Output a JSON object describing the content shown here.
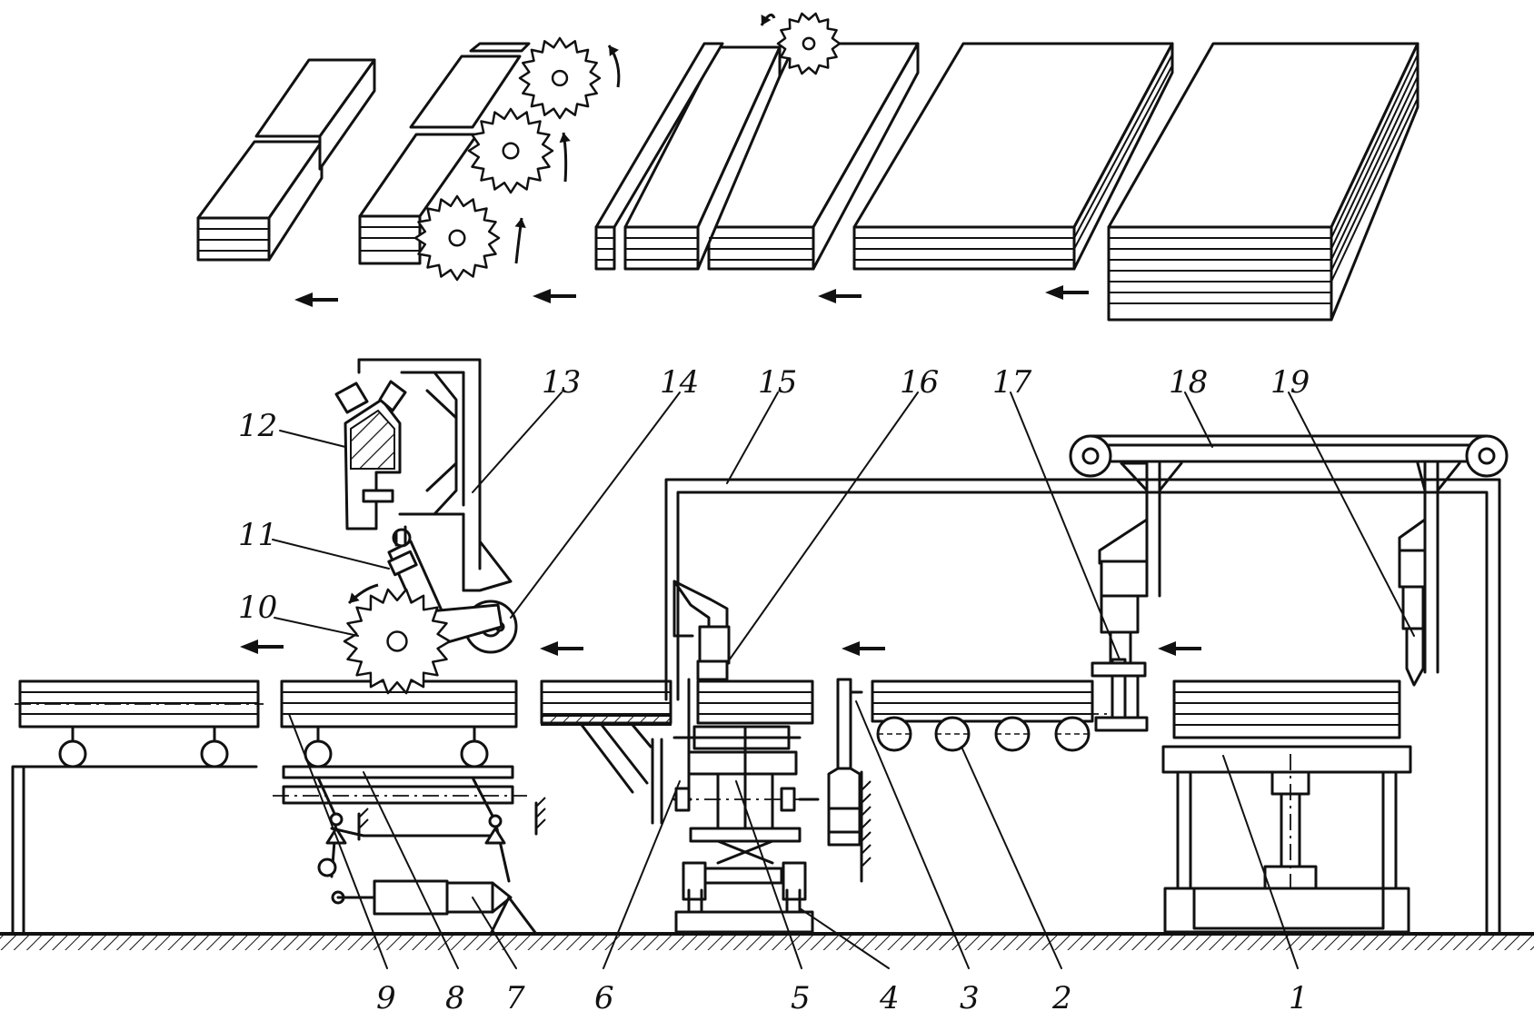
{
  "callouts": [
    {
      "id": "1",
      "text": "1"
    },
    {
      "id": "2",
      "text": "2"
    },
    {
      "id": "3",
      "text": "3"
    },
    {
      "id": "4",
      "text": "4"
    },
    {
      "id": "5",
      "text": "5"
    },
    {
      "id": "6",
      "text": "6"
    },
    {
      "id": "7",
      "text": "7"
    },
    {
      "id": "8",
      "text": "8"
    },
    {
      "id": "9",
      "text": "9"
    },
    {
      "id": "10",
      "text": "10"
    },
    {
      "id": "11",
      "text": "11"
    },
    {
      "id": "12",
      "text": "12"
    },
    {
      "id": "13",
      "text": "13"
    },
    {
      "id": "14",
      "text": "14"
    },
    {
      "id": "15",
      "text": "15"
    },
    {
      "id": "16",
      "text": "16"
    },
    {
      "id": "17",
      "text": "17"
    },
    {
      "id": "18",
      "text": "18"
    },
    {
      "id": "19",
      "text": "19"
    }
  ],
  "flow_direction": "right-to-left"
}
